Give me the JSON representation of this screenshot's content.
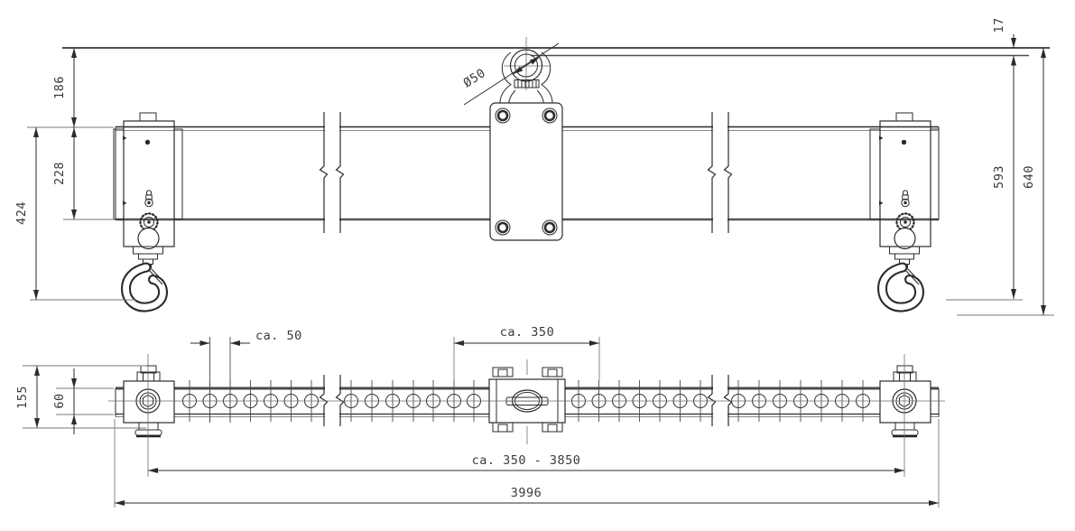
{
  "drawing": {
    "kind": "lifting-beam technical drawing",
    "dimensions": {
      "hook_engagement": "17",
      "top_to_beam": "186",
      "beam_height": "228",
      "beam_to_hook_saddle": "424",
      "susp_to_hook_saddle": "593",
      "susp_to_hook_tip": "640",
      "eye_diameter": "Ø50",
      "hole_pitch": "ca. 50",
      "center_hole_span": "ca. 350",
      "hook_spread_range": "ca. 350 - 3850",
      "overall_length": "3996",
      "end_block_height": "155",
      "beam_width": "60"
    },
    "colors": {
      "line": "#2b2b2b",
      "medium": "#555555",
      "light": "#7a7a7a",
      "background": "#ffffff"
    }
  }
}
